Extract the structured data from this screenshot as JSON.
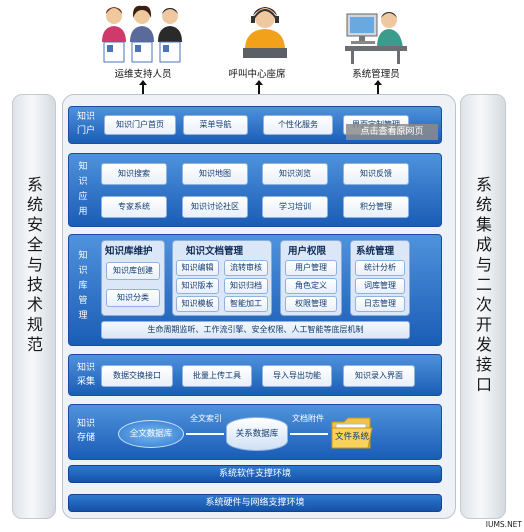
{
  "actors": [
    {
      "label": "运维支持人员"
    },
    {
      "label": "呼叫中心座席"
    },
    {
      "label": "系统管理员"
    }
  ],
  "left_side": {
    "label": "系统安全与技术规范"
  },
  "right_side": {
    "label": "系统集成与二次开发接口"
  },
  "portal": {
    "label": "知识门户",
    "items": [
      "知识门户首页",
      "菜单导航",
      "个性化服务",
      "界面定制管理"
    ],
    "overlay": "点击查看原网页"
  },
  "application": {
    "label": "知识应用",
    "row1": [
      "知识搜索",
      "知识地图",
      "知识浏览",
      "知识反馈"
    ],
    "row2": [
      "专家系统",
      "知识讨论社区",
      "学习培训",
      "积分管理"
    ]
  },
  "management": {
    "label": "知识库管理",
    "kb_maintain": {
      "title": "知识库维护",
      "items": [
        "知识库创建",
        "知识分类"
      ]
    },
    "doc_manage": {
      "title": "知识文档管理",
      "items": [
        "知识编辑",
        "流转审核",
        "知识版本",
        "知识归档",
        "知识模板",
        "智能加工"
      ]
    },
    "user_rights": {
      "title": "用户权限",
      "items": [
        "用户管理",
        "角色定义",
        "权限管理"
      ]
    },
    "sys_manage": {
      "title": "系统管理",
      "items": [
        "统计分析",
        "词库管理",
        "日志管理"
      ]
    },
    "lifecycle": "生命周期监听、工作流引擎、安全权限、人工智能等底层机制"
  },
  "collection": {
    "label": "知识采集",
    "items": [
      "数据交换接口",
      "批量上传工具",
      "导入导出功能",
      "知识录入界面"
    ]
  },
  "storage": {
    "label": "知识存储",
    "fulltext_db": "全文数据库",
    "relational_db": "关系数据库",
    "file_system": "文件系统",
    "link1": "全文索引",
    "link2": "文档附件"
  },
  "software_layer": "系统软件支撑环境",
  "hardware_layer": "系统硬件与网络支撑环境",
  "watermark": "IUMS.NET",
  "colors": {
    "band_top": "#4f92dc",
    "band_bottom": "#1a5db6",
    "box_border": "#8fb2df",
    "bar": "#1452a8"
  }
}
